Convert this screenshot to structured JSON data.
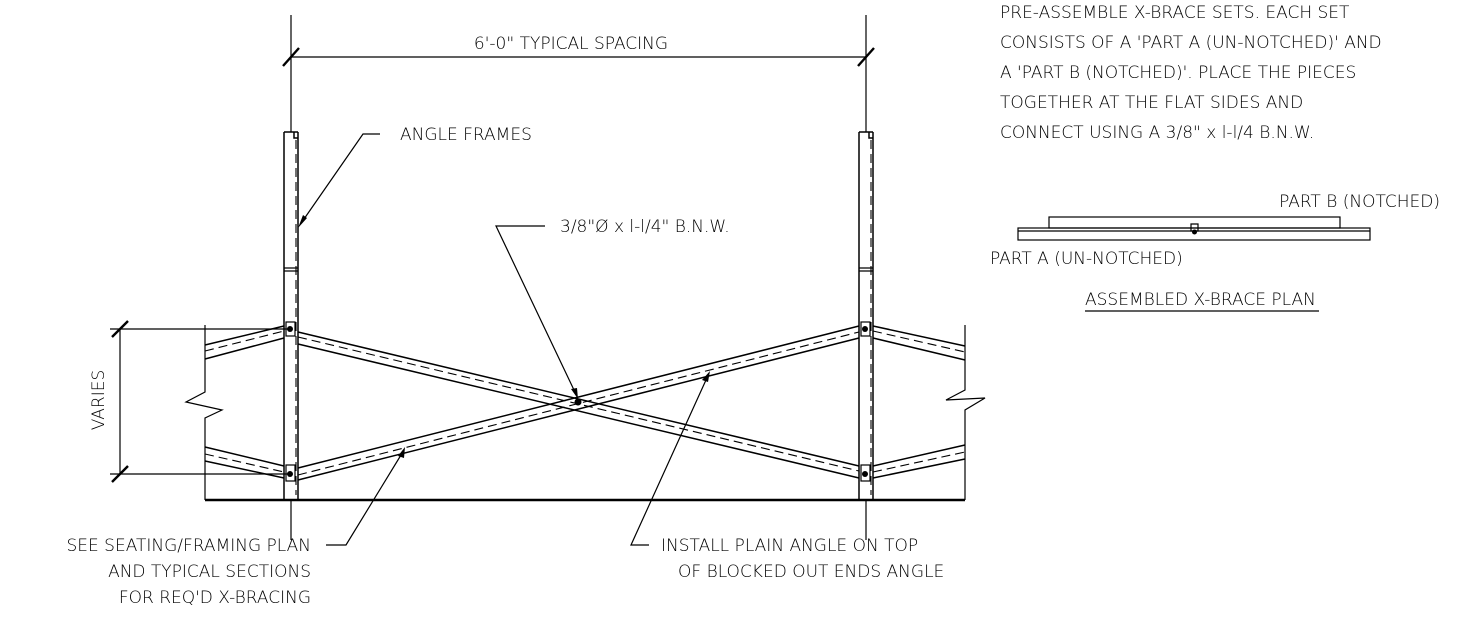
{
  "dimensions": {
    "spacing": "6'-0\" TYPICAL SPACING",
    "varies": "VARIES"
  },
  "labels": {
    "angle_frames": "ANGLE FRAMES",
    "bolt": "3/8\"Ø x l-l/4\" B.N.W.",
    "see_plan": [
      "SEE SEATING/FRAMING PLAN",
      "AND TYPICAL SECTIONS",
      "FOR REQ'D X-BRACING"
    ],
    "install": [
      "INSTALL PLAIN ANGLE ON TOP",
      "OF BLOCKED OUT ENDS ANGLE"
    ]
  },
  "note": [
    "PRE-ASSEMBLE X-BRACE SETS.  EACH SET",
    "CONSISTS OF A 'PART A (UN-NOTCHED)' AND",
    "A 'PART B (NOTCHED)'.  PLACE THE PIECES",
    "TOGETHER AT THE FLAT SIDES AND",
    "CONNECT USING A 3/8\" x l-l/4 B.N.W."
  ],
  "plan": {
    "part_b": "PART B (NOTCHED)",
    "part_a": "PART A (UN-NOTCHED)",
    "title": "ASSEMBLED X-BRACE PLAN"
  }
}
